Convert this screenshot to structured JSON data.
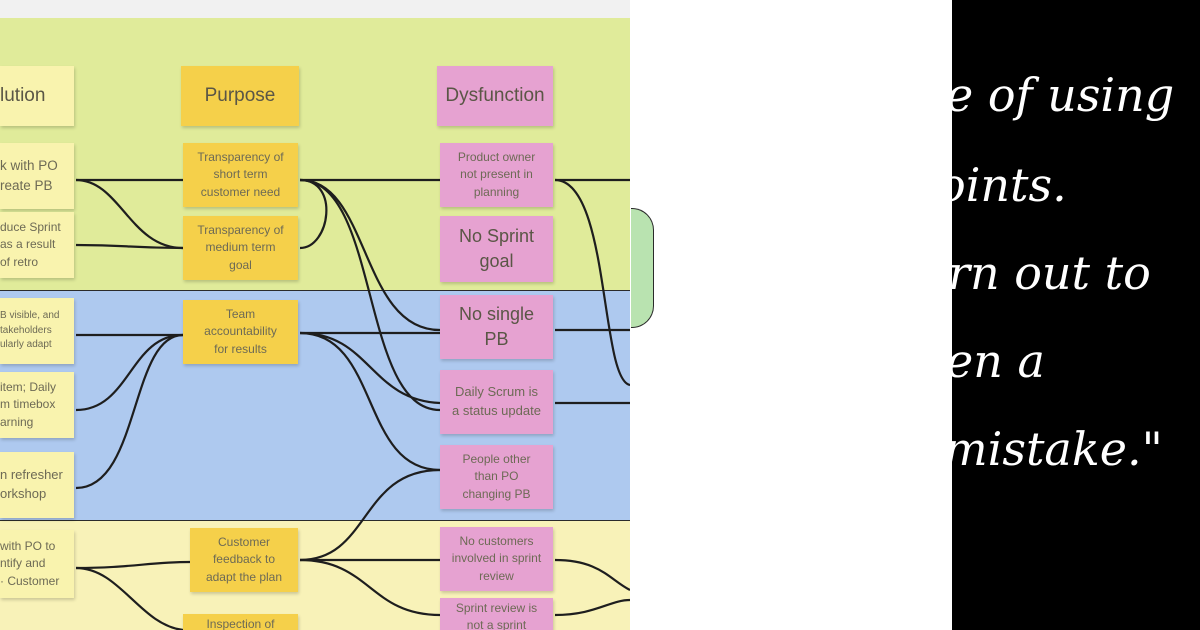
{
  "board": {
    "columns": {
      "solution": "lution",
      "purpose": "Purpose",
      "dysfunction": "Dysfunction"
    },
    "solution_notes": [
      "k with PO\nreate PB",
      "duce Sprint\nas a result\nof retro",
      "B visible, and\ntakeholders\nularly adapt",
      "item; Daily\nm timebox\narning",
      "n refresher\norkshop",
      "with PO to\nntify and\n· Customer"
    ],
    "purpose_notes": [
      "Transparency of\nshort term\ncustomer need",
      "Transparency of\nmedium term\ngoal",
      "Team\naccountability\nfor results",
      "Customer\nfeedback to\nadapt the plan",
      "Inspection of"
    ],
    "dysfunction_notes": [
      "Product owner\nnot present in\nplanning",
      "No Sprint\ngoal",
      "No single\nPB",
      "Daily Scrum is\na status update",
      "People other\nthan PO\nchanging PB",
      "No customers\ninvolved in sprint\nreview",
      "Sprint review is\nnot a sprint"
    ],
    "colors": {
      "green_band": "#e0eb9a",
      "blue_band": "#aec9ef",
      "yellow_band": "#f8f2b8",
      "sticky_yellow": "#f9f3ae",
      "sticky_orange": "#f5d04a",
      "sticky_pink": "#e6a2d1"
    }
  },
  "quote": {
    "lines": [
      "e of using",
      "oints.",
      "rn out to",
      "en a",
      "mistake.\""
    ],
    "background": "#000000",
    "text_color": "#ffffff"
  }
}
